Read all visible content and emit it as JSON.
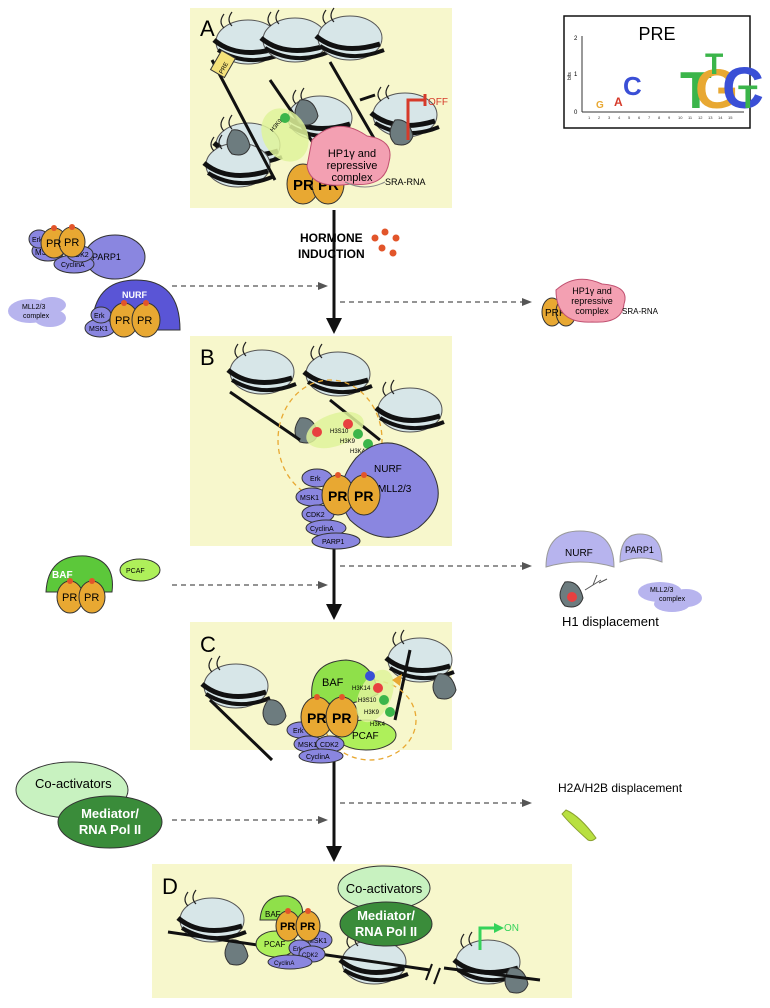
{
  "panels": {
    "a": {
      "letter": "A",
      "off": "OFF",
      "pre": "PRE",
      "hp1_line1": "HP1γ  and",
      "hp1_line2": "repressive",
      "hp1_line3": "complex",
      "sra": "SRA-RNA",
      "h3k9": "H3K9",
      "pr": "PR"
    },
    "b": {
      "letter": "B",
      "nurf": "NURF",
      "mll": "MLL2/3",
      "msk1": "MSK1",
      "erk": "Erk",
      "cdk2": "CDK2",
      "cyclina": "CyclinA",
      "parp1": "PARP1",
      "pr": "PR",
      "h3s10": "H3S10",
      "h3k9": "H3K9",
      "h3k4": "H3K4"
    },
    "c": {
      "letter": "C",
      "baf": "BAF",
      "pcaf": "PCAF",
      "msk1": "MSK1",
      "erk": "Erk",
      "cdk2": "CDK2",
      "cyclina": "CyclinA",
      "pr": "PR",
      "h3k14": "H3K14",
      "h3s10": "H3S10",
      "h3k9": "H3K9",
      "h3k4": "H3K4"
    },
    "d": {
      "letter": "D",
      "baf": "BAF",
      "pcaf": "PCAF",
      "msk1": "MSK1",
      "erk": "Erk",
      "cdk2": "CDK2",
      "cyclina": "CyclinA",
      "pr": "PR",
      "coact": "Co-activators",
      "mediator1": "Mediator/",
      "mediator2": "RNA Pol II",
      "on": "ON"
    }
  },
  "motif": {
    "title": "PRE",
    "ylabel": "bits",
    "yticks": [
      "2",
      "1",
      "0"
    ],
    "positions": [
      "1",
      "2",
      "3",
      "4",
      "5",
      "6",
      "7",
      "8",
      "9",
      "10",
      "11",
      "12",
      "13",
      "14",
      "15"
    ]
  },
  "hormone": {
    "line1": "HORMONE",
    "line2": "INDUCTION"
  },
  "left": {
    "complex1": {
      "erk": "Erk",
      "msk1": "MSK1",
      "pr": "PR",
      "cdk2": "CDK2",
      "cyclina": "CyclinA",
      "parp1": "PARP1"
    },
    "mll": {
      "line1": "MLL2/3",
      "line2": "complex"
    },
    "nurf_complex": {
      "nurf": "NURF",
      "erk": "Erk",
      "msk1": "MSK1",
      "pr": "PR"
    },
    "baf_complex": {
      "baf": "BAF",
      "pr": "PR"
    },
    "pcaf": "PCAF",
    "coact": "Co-activators",
    "mediator1": "Mediator/",
    "mediator2": "RNA Pol II"
  },
  "right": {
    "released_a": {
      "hp1_line1": "HP1γ  and",
      "hp1_line2": "repressive",
      "hp1_line3": "complex",
      "sra": "SRA-RNA",
      "pr": "PR"
    },
    "released_b": {
      "nurf": "NURF",
      "parp1": "PARP1",
      "mll1": "MLL2/3",
      "mll2": "complex",
      "h1": "H1 displacement"
    },
    "released_c": {
      "h2a": "H2A/H2B displacement"
    }
  },
  "colors": {
    "panel_bg": "#f7f7cc",
    "pr": "#e8a832",
    "purple": "#8a86e0",
    "lilac": "#b7b4ee",
    "pink": "#f3a0b2",
    "green": "#8fe04a",
    "dark_green": "#3a8c3a",
    "light_green": "#bff0b0",
    "nucleosome": "#d7e6e8",
    "off_red": "#d63a2a",
    "on_green": "#35d35a"
  }
}
